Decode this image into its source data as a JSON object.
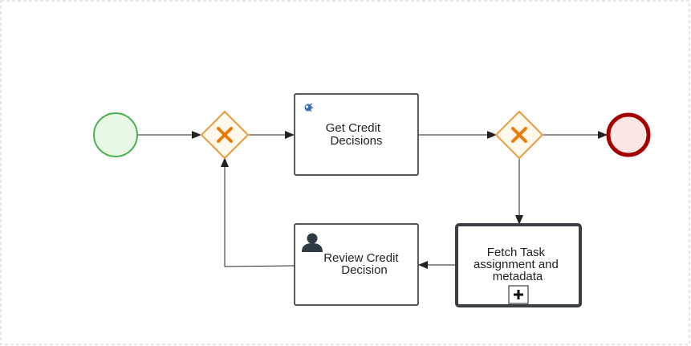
{
  "diagram": {
    "start_event": {
      "type": "start-event"
    },
    "gateways": [
      {
        "type": "exclusive-gateway"
      },
      {
        "type": "exclusive-gateway"
      }
    ],
    "end_event": {
      "type": "end-event"
    },
    "tasks": [
      {
        "lines": [
          "Get Credit",
          "Decisions"
        ],
        "icon": "service-task-icon",
        "kind": "service-task"
      },
      {
        "lines": [
          "Review Credit",
          "Decision"
        ],
        "icon": "user-icon",
        "kind": "user-task"
      },
      {
        "lines": [
          "Fetch Task",
          "assignment and",
          "metadata"
        ],
        "icon": "subprocess-plus-icon",
        "kind": "sub-process"
      }
    ],
    "colors": {
      "start_stroke": "#4caf50",
      "start_fill": "#e8f7e6",
      "end_stroke": "#a30000",
      "end_fill": "#fde6e6",
      "gateway_stroke": "#e89b3a",
      "gateway_fill": "#fff8ec",
      "gateway_marker": "#ec7a08",
      "task_stroke": "#222222",
      "subprocess_stroke": "#393f44",
      "flow": "#222222",
      "border_dash": "#cccccc"
    }
  }
}
